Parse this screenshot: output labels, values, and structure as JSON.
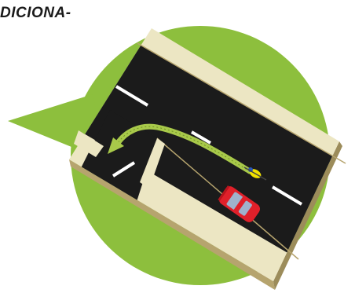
{
  "heading": {
    "text": "DICIONA-"
  },
  "colors": {
    "bubble": "#8dbf3d",
    "asphalt": "#1b1b1b",
    "sidewalk": "#ece6c3",
    "curb_edge": "#b6a46e",
    "lane_marking": "#ffffff",
    "path_arrow": "#a8c94a",
    "car_body": "#e0202a",
    "cyclist": "#f2e200"
  },
  "icons": [
    "speech-bubble",
    "road-scene",
    "turn-arrow",
    "red-car",
    "cyclist"
  ]
}
